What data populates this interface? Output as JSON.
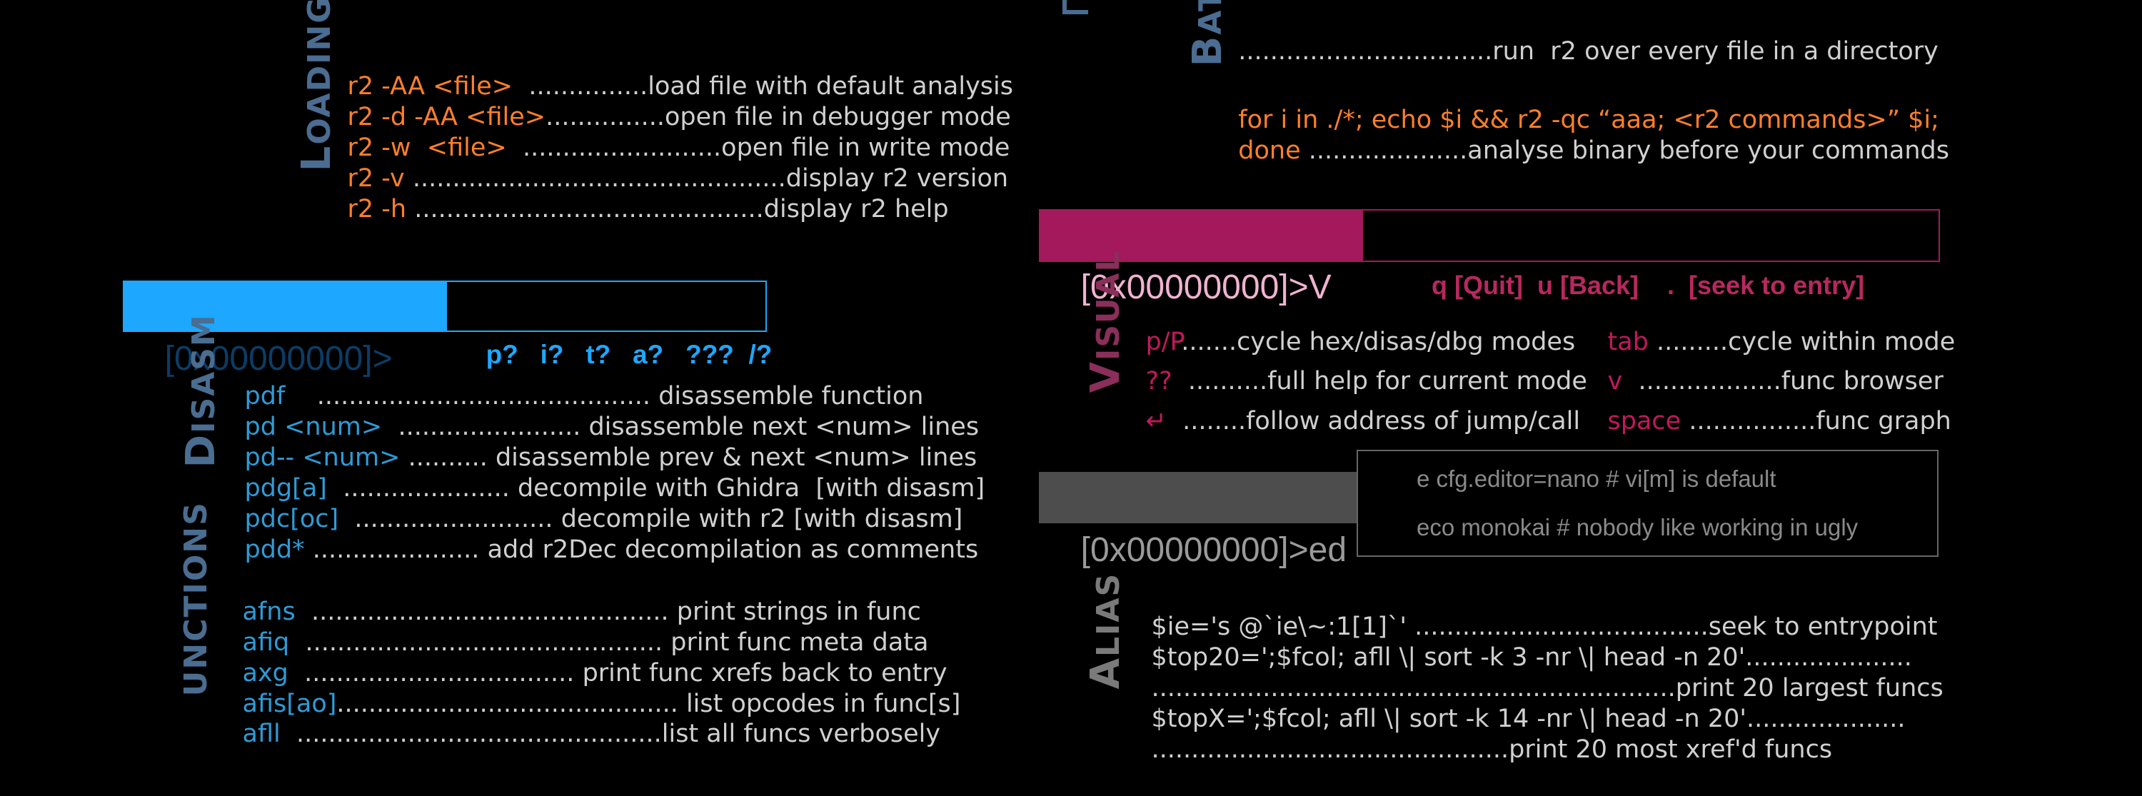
{
  "loading": {
    "label_first": "L",
    "label_rest": "OADING",
    "rows": [
      {
        "cmd": "r2 -AA <file> ",
        "dots": " ...............",
        "desc": "load file with default analysis"
      },
      {
        "cmd": "r2 -d -AA <file>",
        "dots": "...............",
        "desc": "open file in debugger mode"
      },
      {
        "cmd": "r2 -w  <file> ",
        "dots": " .........................",
        "desc": "open file in write mode"
      },
      {
        "cmd": "r2 -v ",
        "dots": "...............................................",
        "desc": "display r2 version"
      },
      {
        "cmd": "r2 -h ",
        "dots": "............................................",
        "desc": "display r2 help"
      }
    ]
  },
  "main_prompt": {
    "prompt": "[0x00000000]>",
    "help": "p?   i?   t?   a?   ???  /?"
  },
  "disasm": {
    "label_first": "D",
    "label_rest": "ISASM",
    "rows": [
      {
        "cmd": "pdf ",
        "dots": "   ..........................................",
        "desc": " disassemble function"
      },
      {
        "cmd": "pd <num> ",
        "dots": " .......................",
        "desc": " disassemble next <num> lines"
      },
      {
        "cmd": "pd-- <num>",
        "dots": " ..........",
        "desc": " disassemble prev & next <num> lines"
      },
      {
        "cmd": "pdg[a] ",
        "dots": " .....................",
        "desc": " decompile with Ghidra  [with disasm]"
      },
      {
        "cmd": "pdc[oc] ",
        "dots": " .........................",
        "desc": " decompile with r2 [with disasm]"
      },
      {
        "cmd": "pdd*",
        "dots": " .....................",
        "desc": " add r2Dec decompilation as comments"
      }
    ]
  },
  "functions": {
    "label": "UNCTIONS",
    "rows": [
      {
        "cmd": "afns ",
        "dots": " .............................................",
        "desc": " print strings in func"
      },
      {
        "cmd": "afiq ",
        "dots": " .............................................",
        "desc": " print func meta data"
      },
      {
        "cmd": "axg ",
        "dots": " ..................................",
        "desc": " print func xrefs back to entry"
      },
      {
        "cmd": "afis[ao]",
        "dots": "...........................................",
        "desc": " list opcodes in func[s]"
      },
      {
        "cmd": "afll ",
        "dots": " ..............................................",
        "desc": "list all funcs verbosely"
      }
    ]
  },
  "batch": {
    "label_first": "B",
    "label_rest": "ATCH",
    "top_line": "................................run  r2 over every file in a directory",
    "cmd_line1": "for i in ./*; echo $i && r2 -qc “aaa; <r2 commands>” $i;",
    "cmd_line2": "done",
    "cmd_line2_desc": " ....................analyse binary before your commands"
  },
  "visual": {
    "prompt": "[0x00000000]>V",
    "help": "q [Quit]  u [Back]    .  [seek to entry]",
    "label_first": "V",
    "label_rest": "ISUAL",
    "rows": [
      {
        "k1": "p/P",
        "d1": ".......cycle hex/disas/dbg modes",
        "k2": "tab",
        "d2": " .........cycle within mode"
      },
      {
        "k1": "??",
        "d1": "  ..........full help for current mode",
        "k2": "v",
        "d2": "  ..................func browser"
      },
      {
        "k1": "↵",
        "d1": "  ........follow address of jump/call",
        "k2": "space",
        "d2": " ................func graph"
      }
    ]
  },
  "ed": {
    "prompt": "[0x00000000]>ed",
    "line1": "e cfg.editor=nano # vi[m] is default",
    "line2": "eco monokai # nobody like working in ugly"
  },
  "alias": {
    "label_first": "A",
    "label_rest": "LIAS",
    "lines": [
      "$ie='s @`ie\\~:1[1]`' .....................................seek to entrypoint",
      "$top20=';$fcol; afll \\| sort -k 3 -nr \\| head -n 20'.....................",
      "..................................................................print 20 largest funcs",
      "$topX=';$fcol; afll \\| sort -k 14 -nr \\| head -n 20'....................",
      ".............................................print 20 most xref'd funcs"
    ]
  },
  "colors": {
    "orange": "#ff7f2a",
    "blue": "#2e9bd6",
    "prompt_blue": "#1ea7ff",
    "magenta": "#c2185b",
    "gray": "#555555"
  }
}
